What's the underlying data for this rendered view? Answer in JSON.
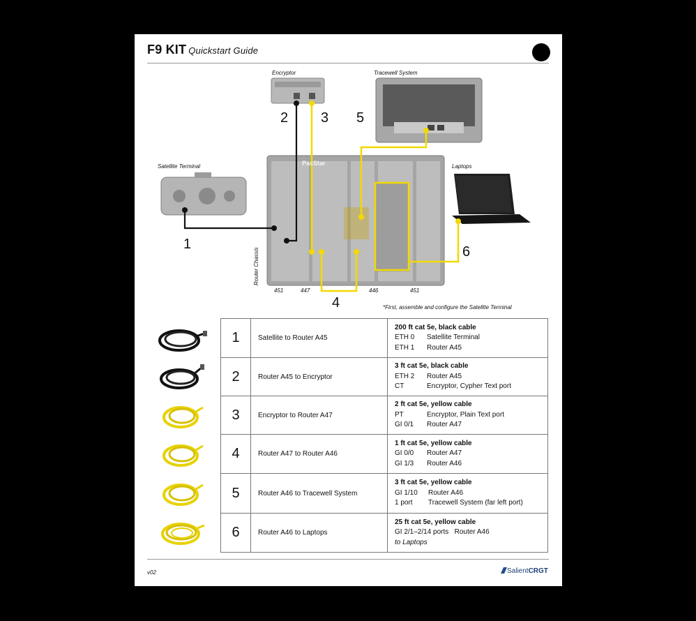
{
  "header": {
    "title": "F9 KIT",
    "subtitle": "Quickstart Guide"
  },
  "diagram": {
    "labels": {
      "encryptor": "Encryptor",
      "tracewell": "Tracewell System",
      "satellite": "Satellite Terminal",
      "laptops": "Laptops",
      "router_chassis": "Router Chassis",
      "brand": "PacStar"
    },
    "numbers": [
      "1",
      "2",
      "3",
      "4",
      "5",
      "6"
    ],
    "ports": [
      "451",
      "447",
      "446",
      "451"
    ],
    "note": "*First, assemble and configure the Satellite Terminal"
  },
  "table": {
    "rows": [
      {
        "num": "1",
        "desc": "Satellite to Router A45",
        "title": "200 ft cat 5e, black cable",
        "lines": [
          [
            "ETH 0",
            "Satellite Terminal"
          ],
          [
            "ETH 1",
            "Router A45"
          ]
        ]
      },
      {
        "num": "2",
        "desc": "Router A45 to Encryptor",
        "title": "3 ft cat 5e, black cable",
        "lines": [
          [
            "ETH 2",
            "Router A45"
          ],
          [
            "CT",
            "Encryptor, Cypher Text port"
          ]
        ]
      },
      {
        "num": "3",
        "desc": "Encryptor to Router A47",
        "title": "2 ft cat 5e, yellow cable",
        "lines": [
          [
            "PT",
            "Encryptor, Plain Text port"
          ],
          [
            "GI 0/1",
            "Router A47"
          ]
        ]
      },
      {
        "num": "4",
        "desc": "Router A47 to Router A46",
        "title": "1 ft cat 5e, yellow cable",
        "lines": [
          [
            "GI 0/0",
            "Router A47"
          ],
          [
            "GI 1/3",
            "Router A46"
          ]
        ]
      },
      {
        "num": "5",
        "desc": "Router A46 to Tracewell System",
        "title": "3 ft cat 5e, yellow cable",
        "lines": [
          [
            "GI 1/10",
            "Router A46"
          ],
          [
            "1 port",
            "Tracewell System (far left port)"
          ]
        ]
      },
      {
        "num": "6",
        "desc": "Router A46 to Laptops",
        "title": "25 ft cat 5e, yellow cable",
        "lines": [
          [
            "GI 2/1–2/14 ports",
            "Router A46"
          ]
        ],
        "extra": "to Laptops"
      }
    ]
  },
  "colors": {
    "yellow_cable": "#f2d900",
    "black_cable": "#111111"
  },
  "footer": {
    "version": "v02",
    "logo_part1": "Salient",
    "logo_part2": "CRGT"
  }
}
